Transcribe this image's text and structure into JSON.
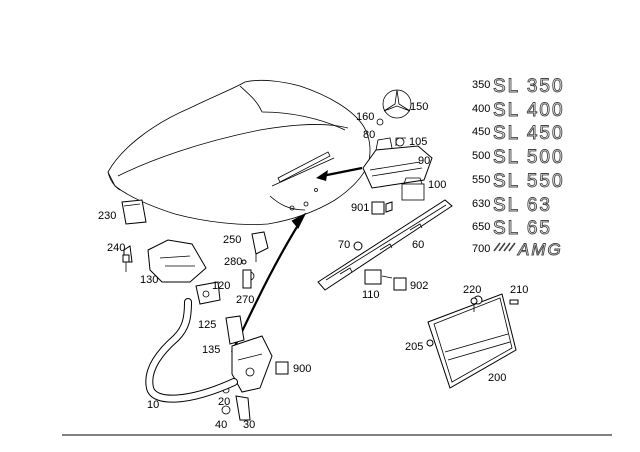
{
  "callouts": {
    "n10": "10",
    "n20": "20",
    "n30": "30",
    "n40": "40",
    "n60": "60",
    "n70": "70",
    "n80": "80",
    "n90": "90",
    "n100": "100",
    "n105": "105",
    "n110": "110",
    "n120": "120",
    "n125": "125",
    "n130": "130",
    "n135": "135",
    "n150": "150",
    "n160": "160",
    "n200": "200",
    "n205": "205",
    "n210": "210",
    "n220": "220",
    "n230": "230",
    "n240": "240",
    "n250": "250",
    "n270": "270",
    "n280": "280",
    "n900": "900",
    "n901": "901",
    "n902": "902"
  },
  "badges": [
    {
      "number": "350",
      "text": "SL 350"
    },
    {
      "number": "400",
      "text": "SL 400"
    },
    {
      "number": "450",
      "text": "SL 450"
    },
    {
      "number": "500",
      "text": "SL 500"
    },
    {
      "number": "550",
      "text": "SL 550"
    },
    {
      "number": "630",
      "text": "SL 63"
    },
    {
      "number": "650",
      "text": "SL 65"
    },
    {
      "number": "700",
      "text": "AMG"
    }
  ]
}
